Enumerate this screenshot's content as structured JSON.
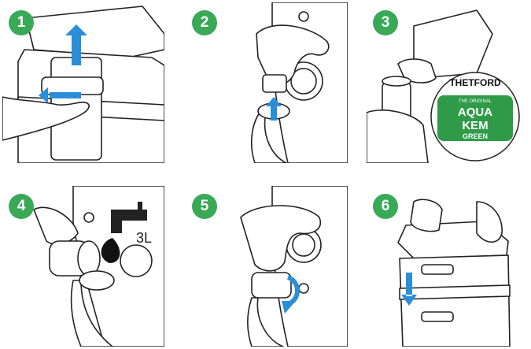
{
  "steps": [
    {
      "number": "1"
    },
    {
      "number": "2"
    },
    {
      "number": "3",
      "label": {
        "brand": "THETFORD",
        "line1": "THE ORIGINAL",
        "line2": "AQUA",
        "line3": "KEM",
        "line4": "GREEN"
      }
    },
    {
      "number": "4",
      "volume": "3L"
    },
    {
      "number": "5"
    },
    {
      "number": "6"
    }
  ],
  "colors": {
    "accent_green": "#3aa957",
    "arrow_blue": "#2a8fd6",
    "line": "#222222",
    "label_green": "#2f9a48"
  }
}
